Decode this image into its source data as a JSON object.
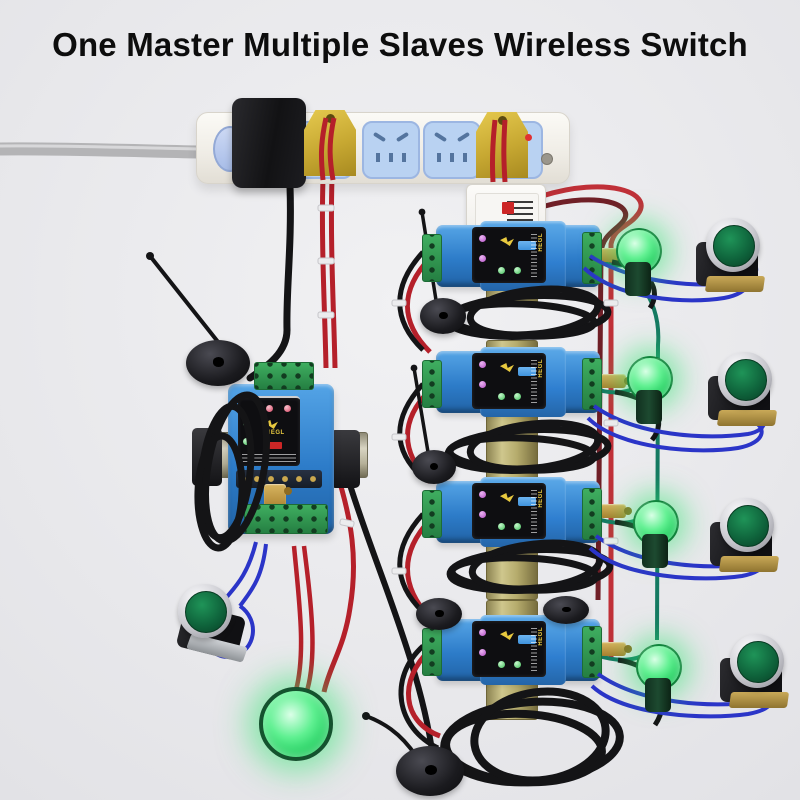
{
  "title": "One Master Multiple Slaves Wireless Switch",
  "brand": "HEGL",
  "scene": {
    "master_count": 1,
    "slave_count": 4,
    "indicator_lamp_count": 5,
    "push_button_count": 5,
    "power_strip": {
      "socket_count": 4,
      "yellow_plug_count": 2,
      "power_adapter_count": 1,
      "indicator_dot_color": "#e03131",
      "body_color": "#f6f4ef",
      "socket_color": "#b9d2f2"
    },
    "module": {
      "body_color": "#2f7fd0",
      "label_color": "#0e0e11",
      "terminal_color": "#2f9e53",
      "led_purple": "#c05ad0",
      "led_green": "#57d06a",
      "led_red": "#e0516e",
      "logo_color": "#e8c93f",
      "badge_color": "#cc2626",
      "sticker_color": "#4da3e8",
      "sma_brass_color": "#b98f3e"
    },
    "din_rail_color": "#b3a96b",
    "antenna_color": "#141416",
    "lamp_on_color": "#2ee96e",
    "button_cap_color": "#177a43",
    "wire_colors": {
      "red": "#b5202a",
      "black": "#141416",
      "blue": "#2b35c8",
      "green": "#157a62",
      "maroon": "#701f27",
      "grey_cord": "#b4b4b6"
    }
  }
}
